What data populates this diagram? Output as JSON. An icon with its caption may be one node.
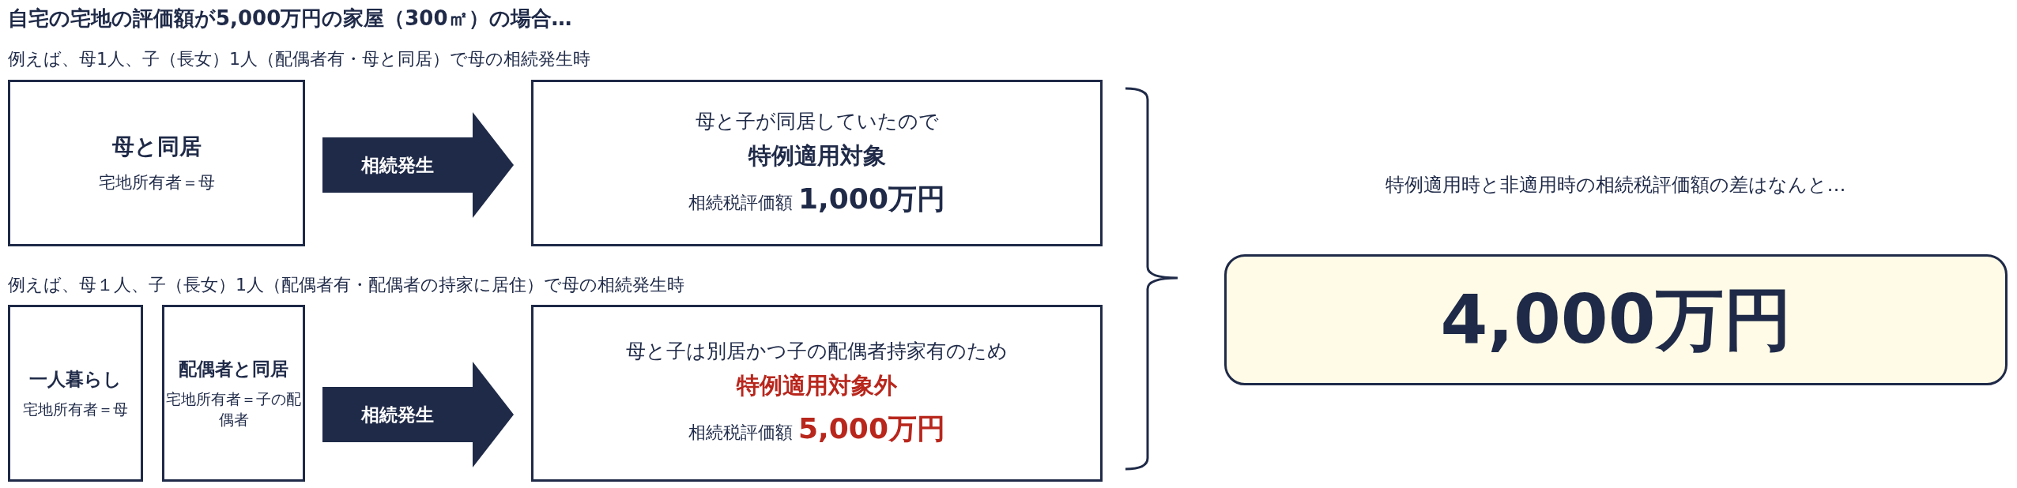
{
  "diagram": {
    "title": "自宅の宅地の評価額が5,000万円の家屋（300㎡）の場合…",
    "nodes": [
      {
        "text": [
          "母と同居",
          "宅地所有者＝母"
        ]
      },
      {
        "text": [
          "母と子が同居していたので",
          "特例適用対象",
          "相続税評価額 **1,000万円**"
        ]
      },
      {
        "text": [
          "一人暮らし",
          "宅地所有者＝母"
        ]
      },
      {
        "text": [
          "配偶者と同居",
          "宅地所有者＝子の配偶者"
        ]
      },
      {
        "text": [
          "母と子は別居かつ子の配偶者持家有のため",
          "特例適用対象外",
          "相続税評価額 **5,000万円**"
        ]
      },
      {
        "text": [
          "4,000万円"
        ],
        "beside": [
          "特例適用時と非適用時の相続税評価額の差はなんと…"
        ]
      }
    ],
    "edges": [
      {
        "from": 0,
        "to": 1,
        "arrow": "to",
        "label": "相続発生"
      },
      {
        "from": 3,
        "to": 4,
        "arrow": "to",
        "label": "相続発生"
      }
    ],
    "labels": [
      "例えば、母1人、子（長女）1人（配偶者有・母と同居）で母の相続発生時",
      "例えば、母１人、子（長女）1人（配偶者有・配偶者の持家に居住）で母の相続発生時"
    ]
  }
}
